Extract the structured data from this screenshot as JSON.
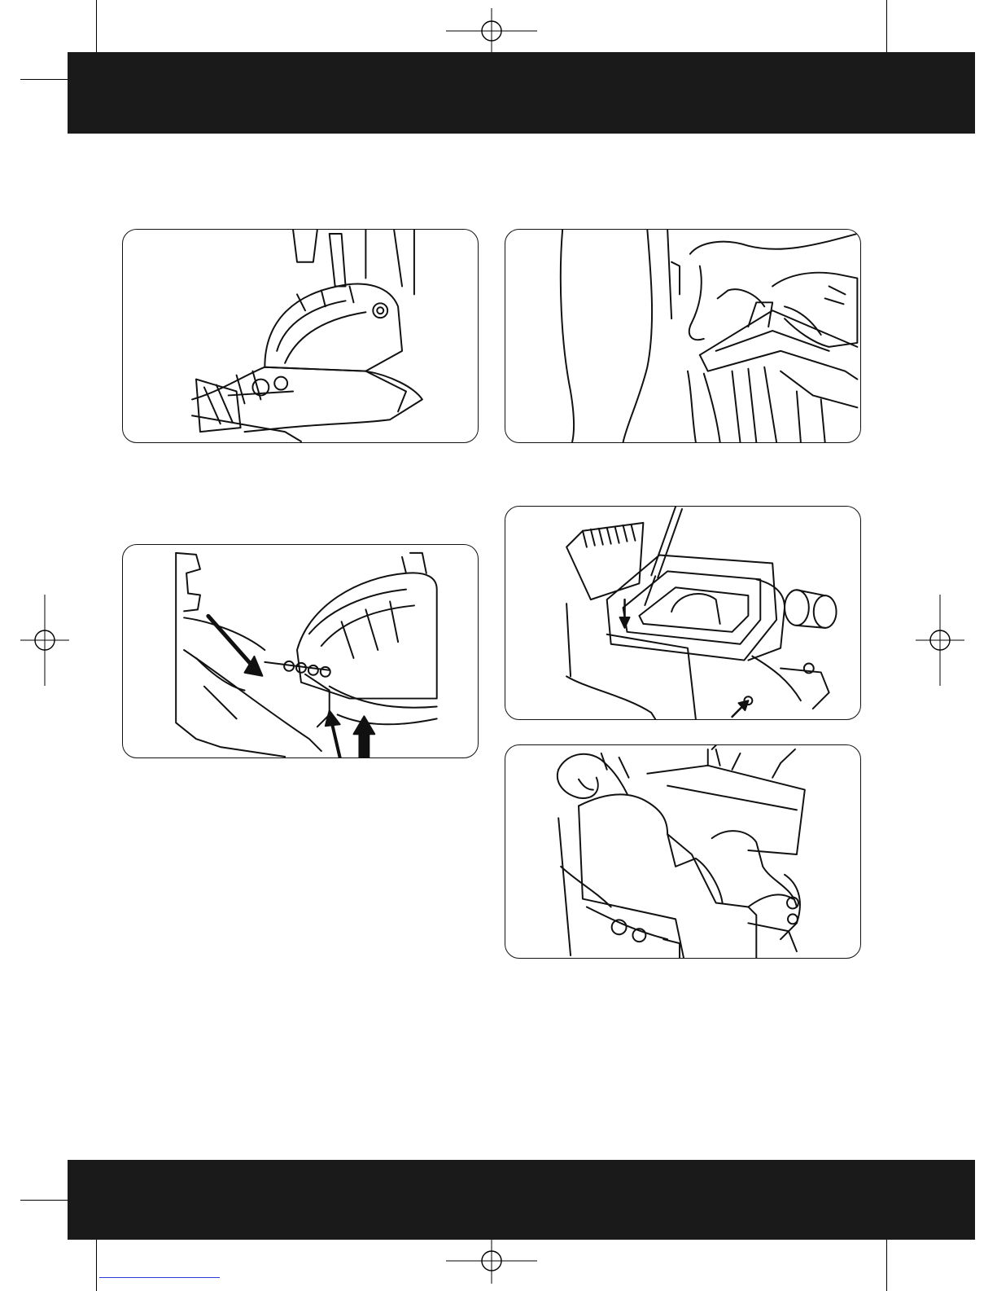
{
  "page": {
    "header_band_color": "#1a1a1a",
    "footer_band_color": "#1a1a1a",
    "panel_border_color": "#111111"
  },
  "figures": [
    {
      "name": "remove-belt-cover",
      "icon": "vacuum-belt-cover-removal-illustration"
    },
    {
      "name": "lift-belt-cover",
      "icon": "hand-lifting-cover-illustration"
    },
    {
      "name": "lift-brushroll",
      "icon": "brushroll-lift-arrows-illustration"
    },
    {
      "name": "unscrew-cover",
      "icon": "screwdriver-cover-illustration"
    },
    {
      "name": "remove-nozzle-cover",
      "icon": "hand-removing-nozzle-cover-illustration"
    }
  ]
}
